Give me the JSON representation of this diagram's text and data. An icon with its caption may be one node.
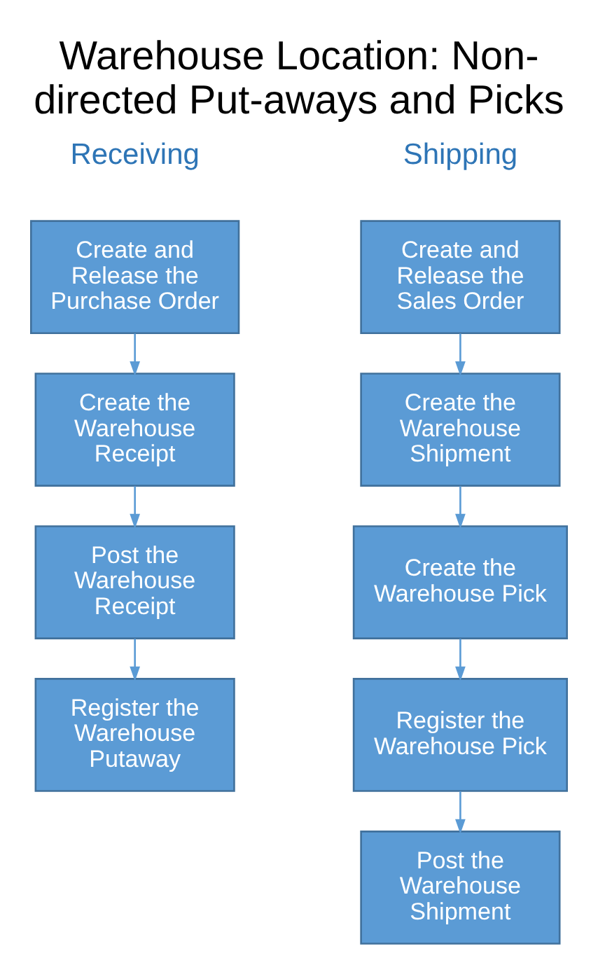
{
  "diagram": {
    "title": "Warehouse Location: Non-directed Put-aways and Picks",
    "nodes": [
      {
        "text": [
          "Create and Release the Purchase Order"
        ]
      },
      {
        "text": [
          "Create the Warehouse Receipt"
        ]
      },
      {
        "text": [
          "Post the Warehouse Receipt"
        ]
      },
      {
        "text": [
          "Register the Warehouse Putaway"
        ]
      },
      {
        "text": [
          "Create and Release the Sales Order"
        ]
      },
      {
        "text": [
          "Create the Warehouse Shipment"
        ]
      },
      {
        "text": [
          "Create the Warehouse Pick"
        ]
      },
      {
        "text": [
          "Register the Warehouse Pick"
        ]
      },
      {
        "text": [
          "Post the Warehouse Shipment"
        ]
      }
    ],
    "edges": [
      {
        "from": 0,
        "to": 1,
        "arrow": "to"
      },
      {
        "from": 1,
        "to": 2,
        "arrow": "to"
      },
      {
        "from": 2,
        "to": 3,
        "arrow": "to"
      },
      {
        "from": 4,
        "to": 5,
        "arrow": "to"
      },
      {
        "from": 5,
        "to": 6,
        "arrow": "to"
      },
      {
        "from": 6,
        "to": 7,
        "arrow": "to"
      },
      {
        "from": 7,
        "to": 8,
        "arrow": "to"
      }
    ],
    "labels": [
      "Receiving",
      "Shipping"
    ]
  }
}
